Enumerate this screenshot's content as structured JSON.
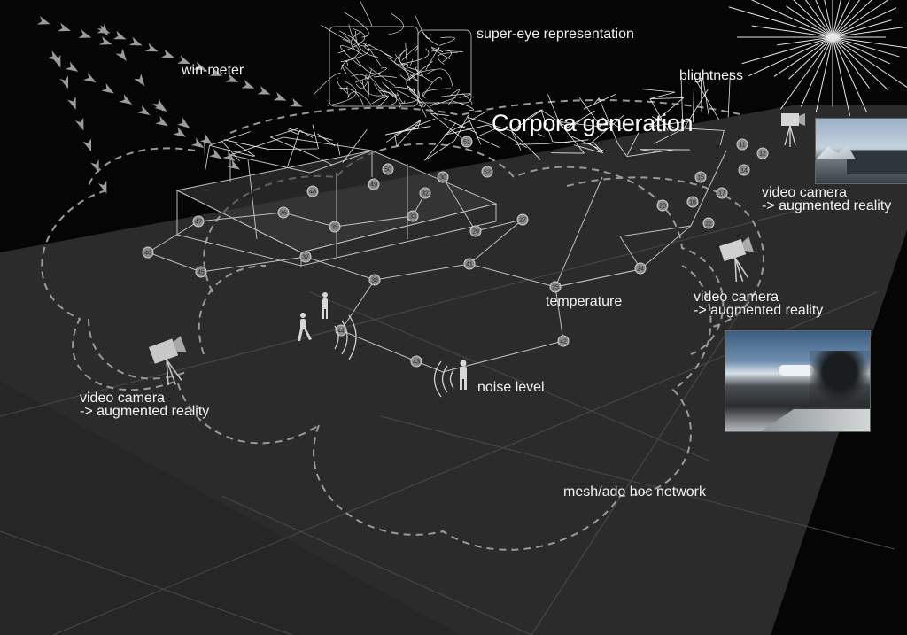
{
  "labels": {
    "super_eye": "super-eye representation",
    "win_meter": "win-meter",
    "blightness": "blightness",
    "corpora": "Corpora generation",
    "temperature": "temperature",
    "noise_level": "noise level",
    "mesh_network": "mesh/ado hoc network",
    "camera_right_1": "video camera",
    "camera_right_1_sub": "-> augmented reality",
    "camera_right_2": "video camera",
    "camera_right_2_sub": "-> augmented reality",
    "camera_left": "video camera",
    "camera_left_sub": "-> augmented reality"
  },
  "nodes": [
    "11",
    "12",
    "14",
    "15",
    "17",
    "18",
    "20",
    "22",
    "24",
    "25",
    "27",
    "29",
    "30",
    "32",
    "33",
    "35",
    "36",
    "37",
    "38",
    "41",
    "42",
    "43",
    "44",
    "45",
    "46",
    "47",
    "48",
    "49",
    "50",
    "51",
    "52"
  ],
  "colors": {
    "background": "#050505",
    "ground": "#2a2a2a",
    "line": "#d8d8d8",
    "dashed": "#9a9a9a",
    "arrow": "#9a9a9a"
  }
}
